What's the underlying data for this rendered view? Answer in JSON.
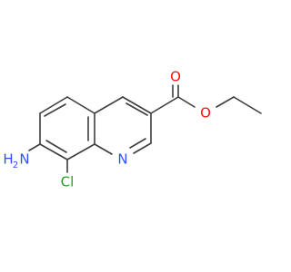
{
  "molecule": {
    "atoms": {
      "nitrogen_ring": {
        "symbol": "N",
        "color": "#3050f8"
      },
      "oxygen_carbonyl": {
        "symbol": "O",
        "color": "#ff0d0d"
      },
      "oxygen_ester": {
        "symbol": "O",
        "color": "#ff0d0d"
      },
      "chlorine": {
        "symbol": "Cl",
        "color": "#1fa01f"
      },
      "amine_n": {
        "symbol": "N",
        "color": "#3050f8"
      },
      "amine_h2": {
        "symbol": "H",
        "sub": "2",
        "color": "#3050f8"
      }
    },
    "bond_color": "#3c3c3c"
  }
}
